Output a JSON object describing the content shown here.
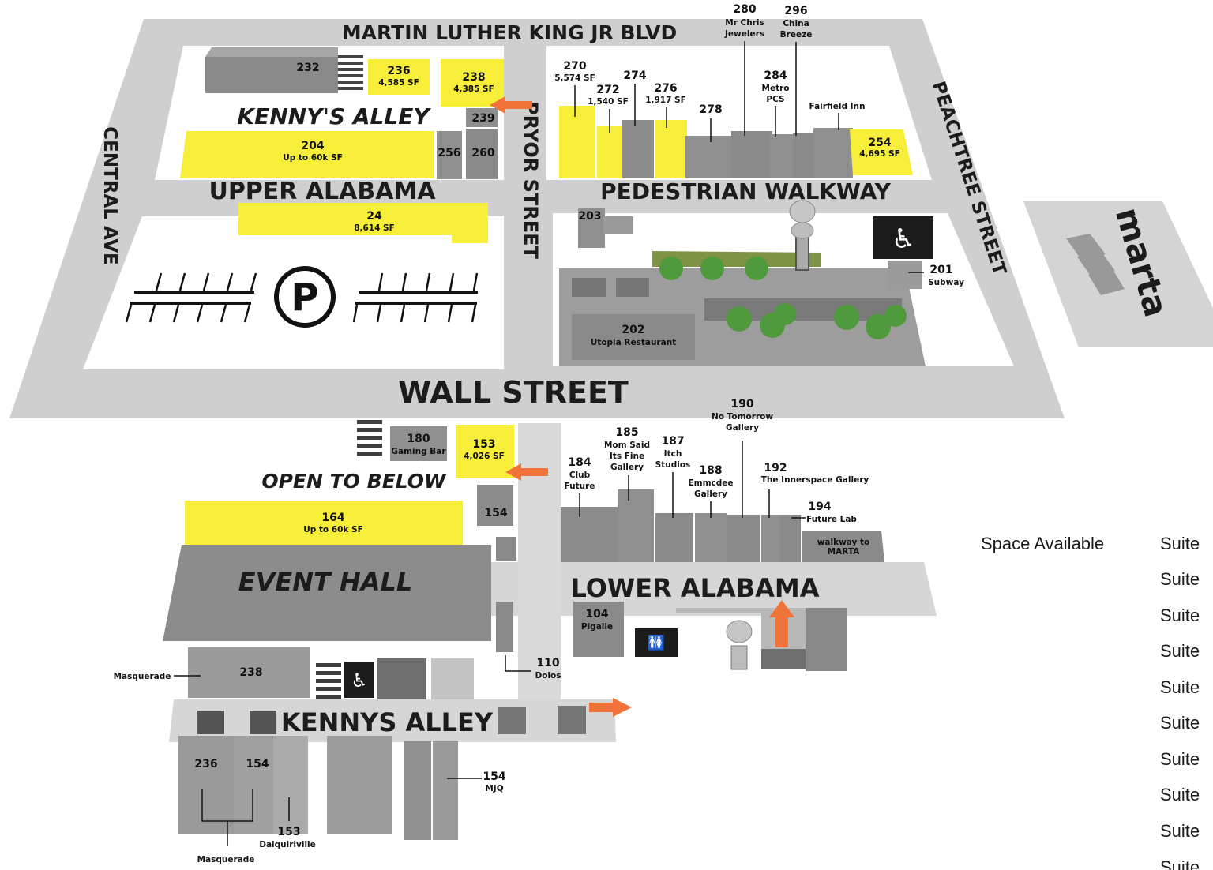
{
  "colors": {
    "available": "#f7ee3a",
    "road": "#d0d0d0",
    "building": "#8f8f8f",
    "arrow": "#f2733a"
  },
  "streets": {
    "mlk": "MARTIN LUTHER KING JR BLVD",
    "kennys_alley_upper": "KENNY'S ALLEY",
    "upper_alabama": "UPPER ALABAMA",
    "pryor": "PRYOR STREET",
    "central": "CENTRAL AVE",
    "pedestrian": "PEDESTRIAN WALKWAY",
    "peachtree": "PEACHTREE STREET",
    "wall": "WALL STREET",
    "open_below": "OPEN TO BELOW",
    "event_hall": "EVENT HALL",
    "lower_alabama": "LOWER ALABAMA",
    "kennys_alley_lower": "KENNYS ALLEY",
    "marta_logo": "marta"
  },
  "units": {
    "u232": {
      "num": "232"
    },
    "u236": {
      "num": "236",
      "sf": "4,585 SF"
    },
    "u238": {
      "num": "238",
      "sf": "4,385 SF"
    },
    "u239": {
      "num": "239"
    },
    "u204": {
      "num": "204",
      "sf": "Up to 60k SF"
    },
    "u256": {
      "num": "256"
    },
    "u260": {
      "num": "260"
    },
    "u24": {
      "num": "24",
      "sf": "8,614 SF"
    },
    "u270": {
      "num": "270",
      "sf": "5,574 SF"
    },
    "u272": {
      "num": "272",
      "sf": "1,540 SF"
    },
    "u274": {
      "num": "274"
    },
    "u276": {
      "num": "276",
      "sf": "1,917 SF"
    },
    "u278": {
      "num": "278"
    },
    "u280": {
      "num": "280",
      "l1": "Mr Chris",
      "l2": "Jewelers"
    },
    "u296": {
      "num": "296",
      "l1": "China",
      "l2": "Breeze"
    },
    "u284": {
      "num": "284",
      "l1": "Metro",
      "l2": "PCS"
    },
    "fairfield": {
      "name": "Fairfield Inn"
    },
    "u254": {
      "num": "254",
      "sf": "4,695 SF"
    },
    "u203": {
      "num": "203"
    },
    "u201": {
      "num": "201",
      "name": "Subway"
    },
    "u202": {
      "num": "202",
      "name": "Utopia Restaurant"
    },
    "u180": {
      "num": "180",
      "name": "Gaming Bar"
    },
    "u153u": {
      "num": "153",
      "sf": "4,026 SF"
    },
    "u154u": {
      "num": "154"
    },
    "u164": {
      "num": "164",
      "sf": "Up to 60k SF"
    },
    "u184": {
      "num": "184",
      "l1": "Club",
      "l2": "Future"
    },
    "u185": {
      "num": "185",
      "l1": "Mom Said",
      "l2": "Its Fine",
      "l3": "Gallery"
    },
    "u187": {
      "num": "187",
      "l1": "Itch",
      "l2": "Studios"
    },
    "u188": {
      "num": "188",
      "l1": "Emmcdee",
      "l2": "Gallery"
    },
    "u190": {
      "num": "190",
      "l1": "No Tomorrow",
      "l2": "Gallery"
    },
    "u192": {
      "num": "192",
      "l1": "The Innerspace Gallery"
    },
    "u194": {
      "num": "194",
      "l1": "Future Lab"
    },
    "walkway": {
      "l1": "walkway to",
      "l2": "MARTA"
    },
    "u104": {
      "num": "104",
      "name": "Pigalle"
    },
    "u110": {
      "num": "110",
      "name": "Dolos"
    },
    "u238l": {
      "num": "238"
    },
    "masq1": {
      "name": "Masquerade"
    },
    "u236l": {
      "num": "236"
    },
    "u154l": {
      "num": "154"
    },
    "u153l": {
      "num": "153",
      "name": "Daiquiriville"
    },
    "masq2": {
      "name": "Masquerade"
    },
    "u154mjq": {
      "num": "154",
      "name": "MJQ"
    }
  },
  "legend": {
    "title": "Space Available",
    "suites": [
      "Suite",
      "Suite",
      "Suite",
      "Suite",
      "Suite",
      "Suite",
      "Suite",
      "Suite",
      "Suite",
      "Suite"
    ]
  }
}
